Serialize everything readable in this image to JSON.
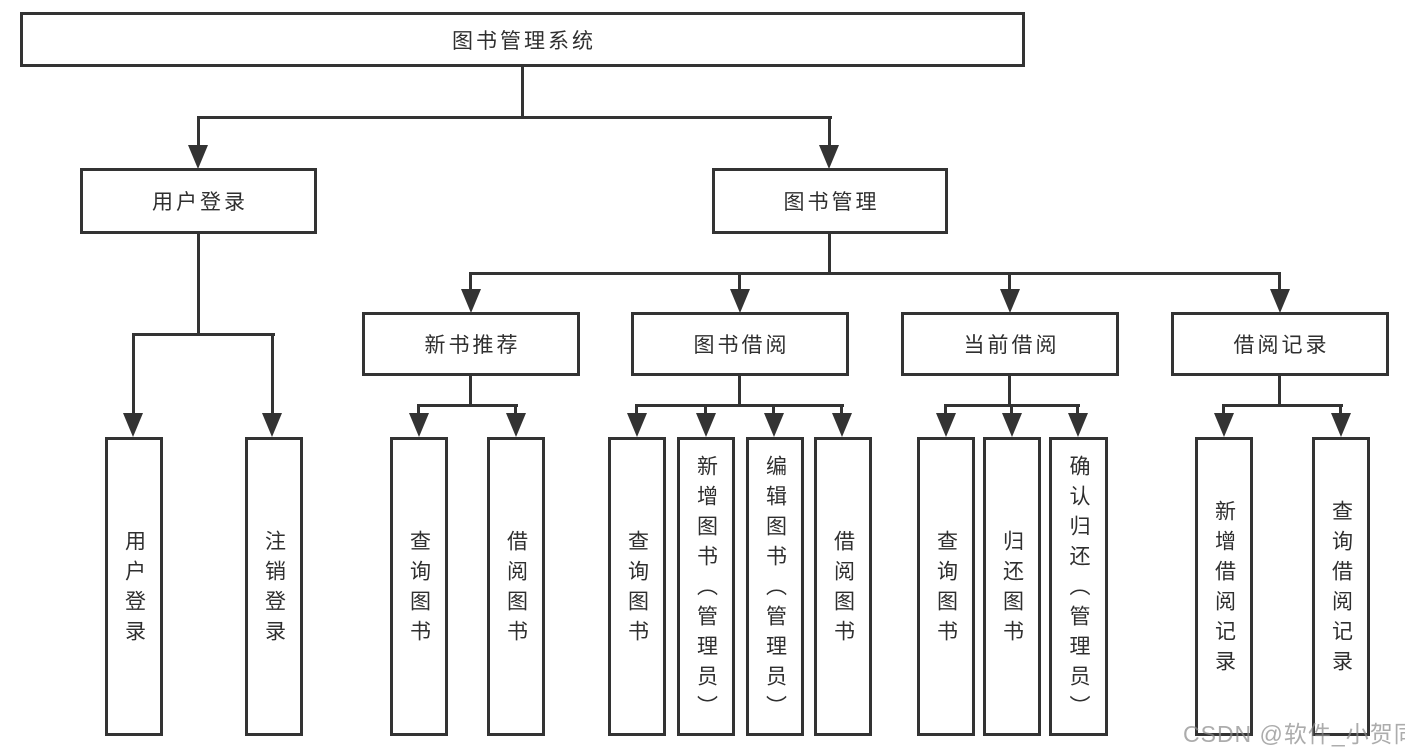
{
  "tree": {
    "label": "图书管理系统",
    "children": [
      {
        "label": "用户登录",
        "children": [
          {
            "label": "用户登录"
          },
          {
            "label": "注销登录"
          }
        ]
      },
      {
        "label": "图书管理",
        "children": [
          {
            "label": "新书推荐",
            "children": [
              {
                "label": "查询图书"
              },
              {
                "label": "借阅图书"
              }
            ]
          },
          {
            "label": "图书借阅",
            "children": [
              {
                "label": "查询图书"
              },
              {
                "label": "新增图书（管理员）"
              },
              {
                "label": "编辑图书（管理员）"
              },
              {
                "label": "借阅图书"
              }
            ]
          },
          {
            "label": "当前借阅",
            "children": [
              {
                "label": "查询图书"
              },
              {
                "label": "归还图书"
              },
              {
                "label": "确认归还（管理员）"
              }
            ]
          },
          {
            "label": "借阅记录",
            "children": [
              {
                "label": "新增借阅记录"
              },
              {
                "label": "查询借阅记录"
              }
            ]
          }
        ]
      }
    ]
  },
  "watermark": {
    "text": "CSDN @软件_小贺同学"
  },
  "colors": {
    "line": "#333333",
    "box_border": "#333333",
    "text": "#2f2f2f",
    "background": "#ffffff",
    "watermark": "#8c8c8c"
  }
}
